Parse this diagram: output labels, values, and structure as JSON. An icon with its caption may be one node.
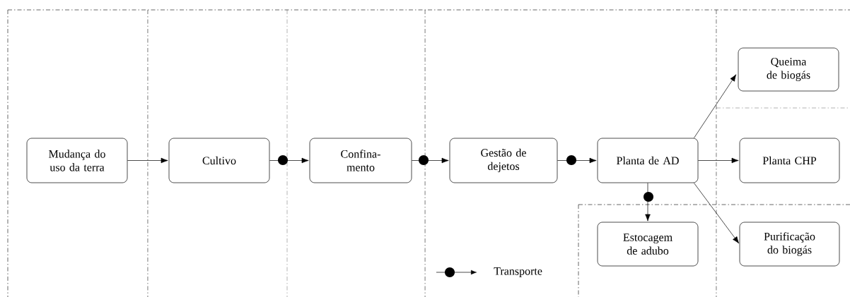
{
  "diagram": {
    "nodes": [
      {
        "text": [
          "Mudança do uso da terra"
        ]
      },
      {
        "text": [
          "Cultivo"
        ]
      },
      {
        "text": [
          "Confina- mento"
        ]
      },
      {
        "text": [
          "Gestão de dejetos"
        ]
      },
      {
        "text": [
          "Planta de AD"
        ]
      },
      {
        "text": [
          "Queima de biogás"
        ]
      },
      {
        "text": [
          "Planta CHP"
        ]
      },
      {
        "text": [
          "Estocagem de adubo"
        ]
      },
      {
        "text": [
          "Purificação do biogás"
        ]
      }
    ],
    "edges": [
      {
        "from": 0,
        "to": 1,
        "arrow": "to"
      },
      {
        "from": 1,
        "to": 2,
        "arrow": "to"
      },
      {
        "from": 2,
        "to": 3,
        "arrow": "to"
      },
      {
        "from": 3,
        "to": 4,
        "arrow": "to"
      },
      {
        "from": 4,
        "to": 5,
        "arrow": "to"
      },
      {
        "from": 4,
        "to": 6,
        "arrow": "to"
      },
      {
        "from": 4,
        "to": 7,
        "arrow": "to"
      },
      {
        "from": 4,
        "to": 8,
        "arrow": "to"
      }
    ],
    "legend": [
      {
        "text": "Transporte"
      }
    ]
  }
}
